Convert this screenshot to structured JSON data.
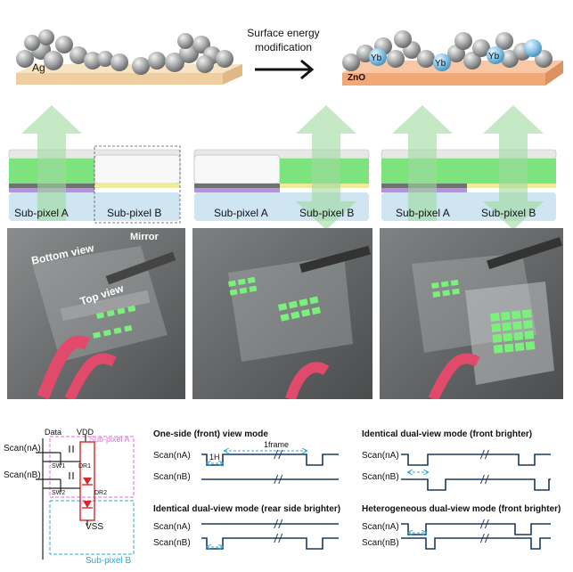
{
  "top": {
    "ag_label": "Ag",
    "arrow_text_1": "Surface energy",
    "arrow_text_2": "modification",
    "zno_label": "ZnO",
    "yb_label": "Yb"
  },
  "devices": [
    {
      "left_label": "Sub-pixel A",
      "right_label": "Sub-pixel B"
    },
    {
      "left_label": "Sub-pixel A",
      "right_label": "Sub-pixel B"
    },
    {
      "left_label": "Sub-pixel A",
      "right_label": "Sub-pixel B"
    }
  ],
  "photos": {
    "mirror_label": "Mirror",
    "bottom_view_label": "Bottom view",
    "top_view_label": "Top view"
  },
  "circuit": {
    "data_label": "Data",
    "vdd_label": "VDD",
    "vss_label": "VSS",
    "scan_a_label": "Scan(nA)",
    "scan_b_label": "Scan(nB)",
    "sw1_label": "SW1",
    "sw2_label": "SW2",
    "dr1_label": "DR1",
    "dr2_label": "DR2",
    "subpixel_a_label": "Sub-pixel A",
    "subpixel_b_label": "Sub-pixel B",
    "color_a": "#e76be0",
    "color_b": "#2aa7d6"
  },
  "timing": {
    "panel1_title": "One-side (front) view mode",
    "panel2_title": "Identical dual-view mode (front brighter)",
    "panel3_title": "Identical dual-view mode (rear side brighter)",
    "panel4_title": "Heterogeneous dual-view mode (front brighter)",
    "one_h_label": "1H",
    "frame_label": "1frame",
    "scan_a_label": "Scan(nA)",
    "scan_b_label": "Scan(nB)",
    "break_mark": "//"
  },
  "colors": {
    "green_emission": "#7de37d",
    "arrow_green": "#9ed99e",
    "substrate_blue": "#cfe6f2",
    "purple_layer": "#b98fe0",
    "yellow_layer": "#ecec9a",
    "ag_sphere": "#a9aaab",
    "yb_sphere": "#8ec9ea",
    "zno_substrate": "#f2b48c",
    "ag_substrate": "#f2d9b3"
  }
}
